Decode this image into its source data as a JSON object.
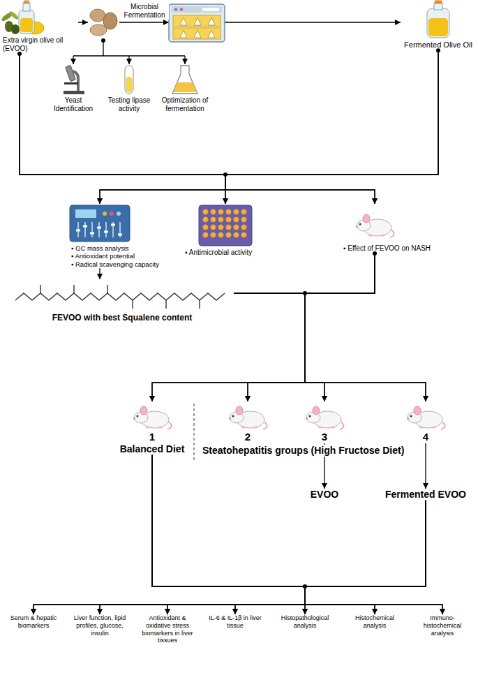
{
  "diagram": {
    "nodes": [
      {
        "text": [
          "Extra virgin olive oil (EVOO)"
        ]
      },
      {
        "text": [
          "Fermented Olive Oil"
        ]
      },
      {
        "text": [
          "Yeast Identification"
        ]
      },
      {
        "text": [
          "Testing lipase activity"
        ]
      },
      {
        "text": [
          "Optimization of fermentation"
        ]
      },
      {
        "text": [
          "▪ GC mass analysis",
          "▪ Antioxidant potential",
          "▪ Radical scavenging capacity"
        ]
      },
      {
        "text": [
          "▪ Antimicrobial activity"
        ]
      },
      {
        "text": [
          "▪ Effect of FEVOO on NASH"
        ]
      },
      {
        "text": [
          "FEVOO with best Squalene content"
        ]
      },
      {
        "text": [
          "1",
          "Balanced Diet"
        ]
      },
      {
        "text": [
          "2"
        ]
      },
      {
        "text": [
          "3"
        ]
      },
      {
        "text": [
          "4"
        ]
      },
      {
        "text": [
          "EVOO"
        ]
      },
      {
        "text": [
          "Fermented EVOO"
        ]
      },
      {
        "text": [
          "Serum & hepatic biomarkers"
        ]
      },
      {
        "text": [
          "Liver function, lipid profiles, glucose, insulin"
        ]
      },
      {
        "text": [
          "Antioxidant & oxidative stress biomarkers in liver tissues"
        ]
      },
      {
        "text": [
          "IL-6 & IL-1β in liver tissue"
        ]
      },
      {
        "text": [
          "Histopathological analysis"
        ]
      },
      {
        "text": [
          "Histochemical analysis"
        ]
      },
      {
        "text": [
          "Immuno-histochemical analysis"
        ]
      }
    ],
    "edges": [
      {
        "from": 0,
        "to": 1,
        "arrow": "to",
        "label": "Microbial Fermentation"
      },
      {
        "from": 0,
        "to": 5,
        "arrow": "to"
      },
      {
        "from": 0,
        "to": 6,
        "arrow": "to"
      },
      {
        "from": 0,
        "to": 7,
        "arrow": "to"
      },
      {
        "from": 1,
        "to": 5,
        "arrow": "to"
      },
      {
        "from": 1,
        "to": 6,
        "arrow": "to"
      },
      {
        "from": 1,
        "to": 7,
        "arrow": "to"
      },
      {
        "from": 5,
        "to": 8,
        "arrow": "to"
      },
      {
        "from": 7,
        "to": 9,
        "arrow": "to"
      },
      {
        "from": 7,
        "to": 10,
        "arrow": "to"
      },
      {
        "from": 7,
        "to": 11,
        "arrow": "to"
      },
      {
        "from": 7,
        "to": 12,
        "arrow": "to"
      },
      {
        "from": 8,
        "to": 9,
        "arrow": "to"
      },
      {
        "from": 8,
        "to": 10,
        "arrow": "to"
      },
      {
        "from": 8,
        "to": 11,
        "arrow": "to"
      },
      {
        "from": 8,
        "to": 12,
        "arrow": "to"
      },
      {
        "from": 11,
        "to": 13,
        "arrow": "to"
      },
      {
        "from": 12,
        "to": 14,
        "arrow": "to"
      },
      {
        "from": 9,
        "to": 15,
        "arrow": "to"
      },
      {
        "from": 9,
        "to": 16,
        "arrow": "to"
      },
      {
        "from": 9,
        "to": 17,
        "arrow": "to"
      },
      {
        "from": 9,
        "to": 18,
        "arrow": "to"
      },
      {
        "from": 9,
        "to": 19,
        "arrow": "to"
      },
      {
        "from": 9,
        "to": 20,
        "arrow": "to"
      },
      {
        "from": 9,
        "to": 21,
        "arrow": "to"
      },
      {
        "from": 14,
        "to": 15,
        "arrow": "to"
      },
      {
        "from": 14,
        "to": 16,
        "arrow": "to"
      },
      {
        "from": 14,
        "to": 17,
        "arrow": "to"
      },
      {
        "from": 14,
        "to": 18,
        "arrow": "to"
      },
      {
        "from": 14,
        "to": 19,
        "arrow": "to"
      },
      {
        "from": 14,
        "to": 20,
        "arrow": "to"
      },
      {
        "from": 14,
        "to": 21,
        "arrow": "to"
      }
    ],
    "labels": [
      "Steatohepatitis groups (High Fructose Diet)"
    ]
  }
}
